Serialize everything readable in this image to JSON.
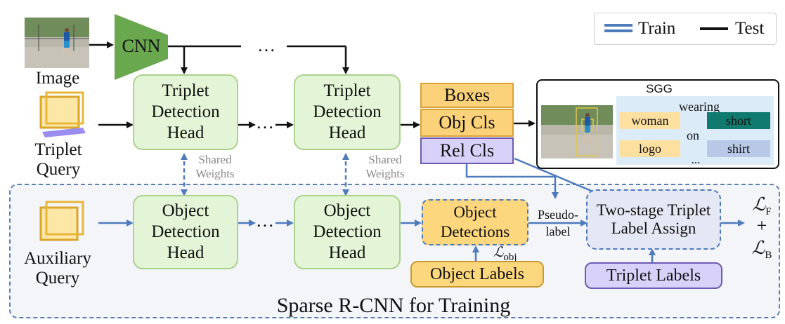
{
  "legend": {
    "train_label": "Train",
    "test_label": "Test",
    "train_color": "#4f7bbd",
    "test_color": "#111111"
  },
  "inputs": {
    "image_label": "Image",
    "triplet_query_label": "Triplet Query",
    "auxiliary_query_label": "Auxiliary Query"
  },
  "cnn": {
    "label": "CNN",
    "color": "#6aa84f"
  },
  "ellipsis": "…",
  "triplet_head_label": "Triplet Detection Head",
  "object_head_label": "Object Detection Head",
  "shared_weights_label": "Shared Weights",
  "outputs": {
    "boxes": "Boxes",
    "obj_cls": "Obj Cls",
    "rel_cls": "Rel Cls"
  },
  "sgg": {
    "title": "SGG",
    "rows": [
      {
        "subject": "woman",
        "predicate": "wearing",
        "object": "short"
      },
      {
        "subject": "logo",
        "predicate": "on",
        "object": "shirt"
      }
    ],
    "more": "..."
  },
  "object_detections_label": "Object Detections",
  "object_labels_label": "Object Labels",
  "pseudo_label": "Pseudo-label",
  "assign_label": "Two-stage Triplet Label Assign",
  "triplet_labels_label": "Triplet Labels",
  "losses": {
    "obj": "obj",
    "f": "F",
    "b": "B",
    "plus": "+"
  },
  "region_title": "Sparse R-CNN for Training"
}
